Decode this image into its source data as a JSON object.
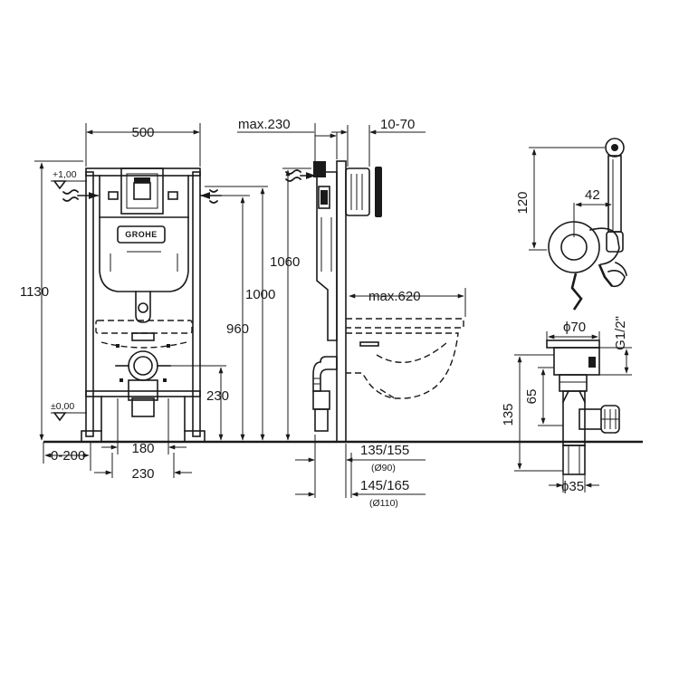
{
  "brand_logo": "GROHE",
  "front_view": {
    "width": "500",
    "height_total": "1130",
    "level_top": "+1,00",
    "level_floor": "±0,00",
    "height_1000": "1000",
    "height_960": "960",
    "height_230": "230",
    "offset_0_200": "0-200",
    "spacing_180": "180",
    "spacing_230": "230"
  },
  "side_view": {
    "depth_max": "max.230",
    "plate_depth": "10-70",
    "height_1060": "1060",
    "bowl_max": "max.620",
    "outlet_90": "135/155",
    "outlet_90_note": "(Ø90)",
    "outlet_110": "145/165",
    "outlet_110_note": "(Ø110)"
  },
  "detail_valve": {
    "height_120": "120",
    "width_42": "42",
    "dia_70": "ϕ70",
    "thread": "G1/2\"",
    "height_65": "65",
    "height_135": "135",
    "dia_35": "ϕ35"
  }
}
